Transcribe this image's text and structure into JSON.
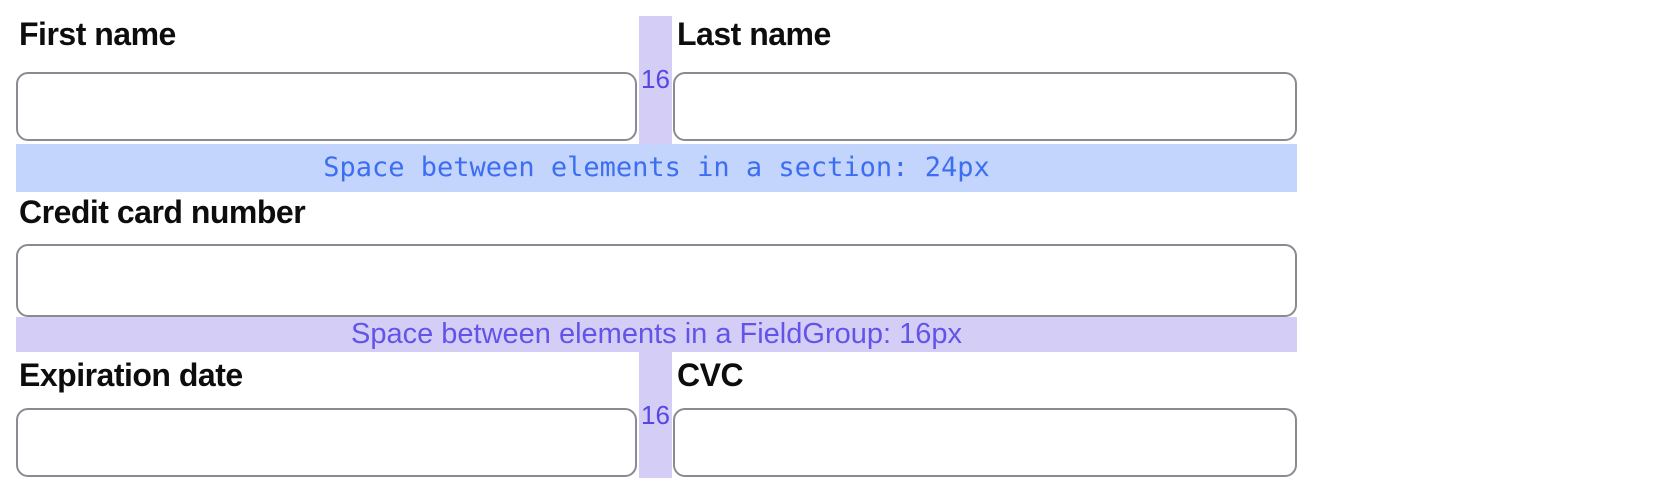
{
  "form": {
    "row1": {
      "fields": [
        {
          "label": "First name",
          "value": "",
          "placeholder": ""
        },
        {
          "label": "Last name",
          "value": "",
          "placeholder": ""
        }
      ]
    },
    "credit_card": {
      "label": "Credit card number",
      "value": "",
      "placeholder": ""
    },
    "row2": {
      "fields": [
        {
          "label": "Expiration date",
          "value": "",
          "placeholder": ""
        },
        {
          "label": "CVC",
          "value": "",
          "placeholder": ""
        }
      ]
    }
  },
  "spacing_annotations": {
    "section": "Space between elements in a section: 24px",
    "fieldgroup": "Space between elements in a FieldGroup: 16px",
    "horizontal": "16"
  },
  "colors": {
    "label_text": "#0d0d0d",
    "input_border": "#8a8a93",
    "section_band_bg": "#c3d4fd",
    "section_band_text": "#3d6ef2",
    "fieldgroup_band_bg": "#d4cef6",
    "fieldgroup_band_text": "#6254e8",
    "gap_band_bg": "#d4cef6",
    "gap_label_text": "#5646e2"
  }
}
